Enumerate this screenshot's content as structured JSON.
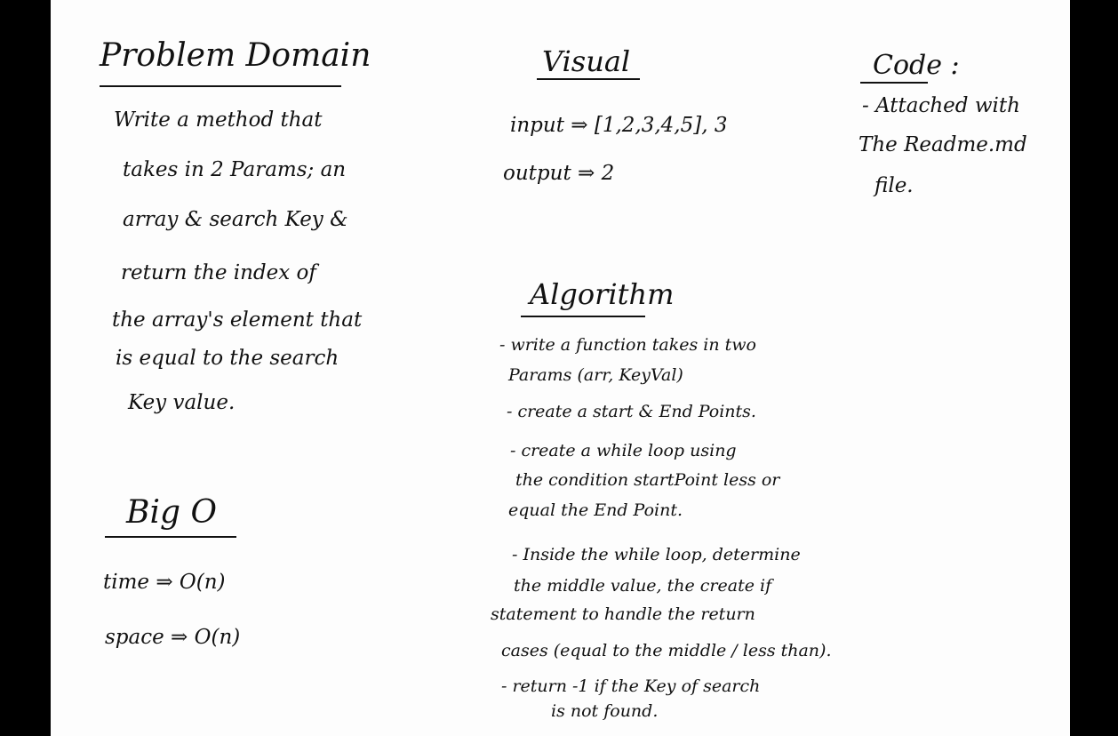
{
  "problem_domain": {
    "heading": "Problem Domain",
    "lines": [
      "Write a method that",
      "takes in 2 Params; an",
      "array & search Key &",
      "return the index of",
      "the array's element that",
      "is equal to the search",
      "Key value."
    ]
  },
  "big_o": {
    "heading": "Big O",
    "time": "time ⇒ O(n)",
    "space": "space ⇒ O(n)"
  },
  "visual": {
    "heading": "Visual",
    "input": "input ⇒ [1,2,3,4,5], 3",
    "output": "output ⇒ 2"
  },
  "algorithm": {
    "heading": "Algorithm",
    "lines": [
      "- write a function takes in two",
      "Params (arr, KeyVal)",
      "- create a start & End Points.",
      "- create a while loop using",
      "the condition startPoint less or",
      "equal the End Point.",
      "- Inside the while loop, determine",
      "the middle value, the create if",
      "statement to handle the return",
      "cases (equal to the middle / less than).",
      "- return -1 if the Key of search",
      "is not found."
    ]
  },
  "code": {
    "heading": "Code :",
    "lines": [
      "- Attached with",
      "The Readme.md",
      "file."
    ]
  }
}
